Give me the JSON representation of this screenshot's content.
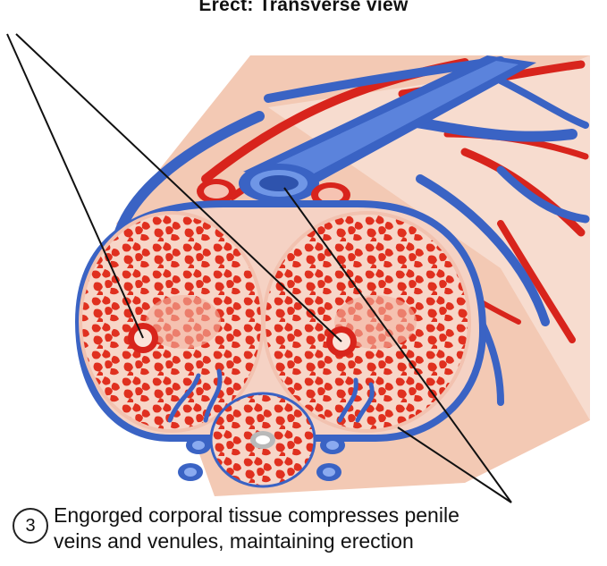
{
  "diagram": {
    "title": "Erect: Transverse view",
    "step_number": "3",
    "caption_lines": [
      "Engorged corporal tissue compresses penile",
      "veins and venules, maintaining erection"
    ],
    "colors": {
      "vein": "#3a63c4",
      "artery": "#d8241c",
      "erectile_tissue": "#e8382b",
      "tissue_background": "#f6d8cc",
      "skin": "#f3c9b4"
    }
  }
}
